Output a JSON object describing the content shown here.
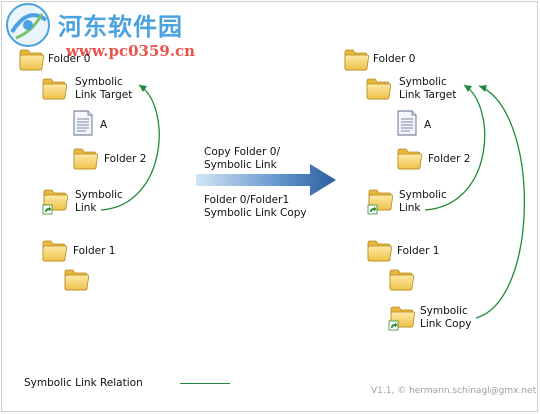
{
  "watermark": {
    "site_name": "河东软件园",
    "site_url": "www.pc0359.cn"
  },
  "left_tree": {
    "folder0": "Folder 0",
    "symlink_target": [
      "Symbolic",
      "Link Target"
    ],
    "file_a": "A",
    "folder2": "Folder 2",
    "symlink": [
      "Symbolic",
      "Link"
    ],
    "folder1": "Folder 1"
  },
  "operation": {
    "source": [
      "Copy Folder 0/",
      "Symbolic Link"
    ],
    "target": [
      "Folder 0/Folder1",
      "Symbolic Link Copy"
    ]
  },
  "right_tree": {
    "folder0": "Folder 0",
    "symlink_target": [
      "Symbolic",
      "Link Target"
    ],
    "file_a": "A",
    "folder2": "Folder 2",
    "symlink": [
      "Symbolic",
      "Link"
    ],
    "folder1": "Folder 1",
    "symlink_copy": [
      "Symbolic",
      "Link Copy"
    ]
  },
  "legend": {
    "label": "Symbolic Link Relation",
    "line_color": "#1f8a3a"
  },
  "credit": "V1.1, © hermann.schinagl@gmx.net",
  "colors": {
    "folder_fill": "#f7d774",
    "folder_stroke": "#b58a1e",
    "arrow_start": "#cfe3f3",
    "arrow_end": "#2a63a6",
    "relation": "#1f8a3a",
    "shortcut_arrow": "#2f8a2f"
  },
  "icons": [
    "folder-icon",
    "document-icon",
    "shortcut-arrow-icon",
    "copy-arrow"
  ]
}
